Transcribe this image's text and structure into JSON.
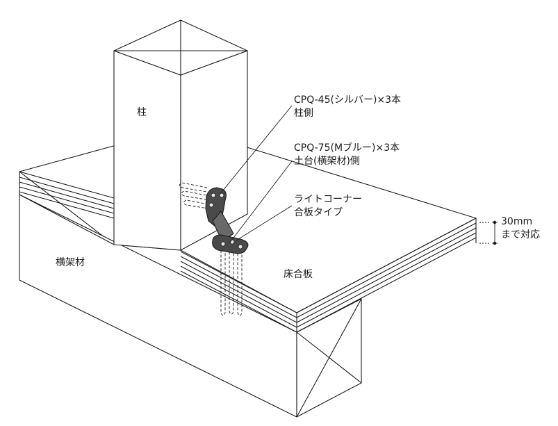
{
  "labels": {
    "pillar": "柱",
    "beam": "横架材",
    "floor_board": "床合板",
    "screw1_line1": "CPQ-45(シルバー)×3本",
    "screw1_line2": "柱側",
    "screw2_line1": "CPQ-75(Mブルー)×3本",
    "screw2_line2": "土台(横架材)側",
    "bracket_line1": "ライトコーナー",
    "bracket_line2": "合板タイプ",
    "thickness_line1": "30mm",
    "thickness_line2": "まで対応"
  },
  "colors": {
    "line": "#1a1a1a",
    "bracket": "#4a4a4a",
    "bracket_hole": "#e6e6e6",
    "background": "#ffffff"
  }
}
